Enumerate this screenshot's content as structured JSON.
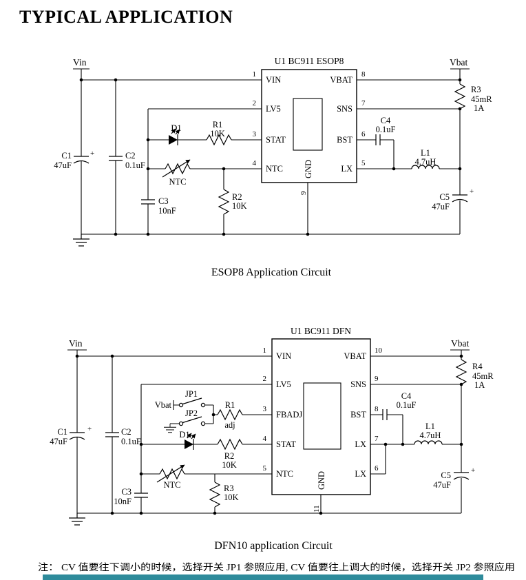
{
  "page": {
    "title": "TYPICAL APPLICATION",
    "note": "注：  CV 值要往下调小的时候，选择开关 JP1 参照应用, CV 值要往上调大的时候，选择开关 JP2 参照应用"
  },
  "colors": {
    "note_red": "#ff0000",
    "footer_teal": "#2e8b9b",
    "line": "#000000"
  },
  "esop8": {
    "ic_ref": "U1  BC911 ESOP8",
    "caption": "ESOP8 Application Circuit",
    "rails": {
      "vin": "Vin",
      "vbat": "Vbat"
    },
    "pins_left": [
      {
        "num": "1",
        "name": "VIN"
      },
      {
        "num": "2",
        "name": "LV5"
      },
      {
        "num": "3",
        "name": "STAT"
      },
      {
        "num": "4",
        "name": "NTC"
      }
    ],
    "pins_right": [
      {
        "num": "8",
        "name": "VBAT"
      },
      {
        "num": "7",
        "name": "SNS"
      },
      {
        "num": "6",
        "name": "BST"
      },
      {
        "num": "5",
        "name": "LX"
      }
    ],
    "pin_gnd": {
      "num": "9",
      "name": "GND"
    },
    "components": {
      "c1": {
        "ref": "C1",
        "value": "47uF",
        "plus": "+"
      },
      "c2": {
        "ref": "C2",
        "value": "0.1uF"
      },
      "c3": {
        "ref": "C3",
        "value": "10nF"
      },
      "c4": {
        "ref": "C4",
        "value": "0.1uF"
      },
      "c5": {
        "ref": "C5",
        "value": "47uF",
        "plus": "+"
      },
      "d1": {
        "ref": "D1"
      },
      "r1": {
        "ref": "R1",
        "value": "10K"
      },
      "r2": {
        "ref": "R2",
        "value": "10K"
      },
      "r3": {
        "ref": "R3",
        "value": "45mR",
        "value2": "1A"
      },
      "l1": {
        "ref": "L1",
        "value": "4.7uH"
      },
      "ntc": {
        "ref": "NTC"
      }
    }
  },
  "dfn": {
    "ic_ref": "U1  BC911 DFN",
    "caption": "DFN10 application Circuit",
    "rails": {
      "vin": "Vin",
      "vbat": "Vbat"
    },
    "pins_left": [
      {
        "num": "1",
        "name": "VIN"
      },
      {
        "num": "2",
        "name": "LV5"
      },
      {
        "num": "3",
        "name": "FBADJ"
      },
      {
        "num": "4",
        "name": "STAT"
      },
      {
        "num": "5",
        "name": "NTC"
      }
    ],
    "pins_right": [
      {
        "num": "10",
        "name": "VBAT"
      },
      {
        "num": "9",
        "name": "SNS"
      },
      {
        "num": "8",
        "name": "BST"
      },
      {
        "num": "7",
        "name": "LX"
      },
      {
        "num": "6",
        "name": "LX"
      }
    ],
    "pin_gnd": {
      "num": "11",
      "name": "GND"
    },
    "components": {
      "c1": {
        "ref": "C1",
        "value": "47uF",
        "plus": "+"
      },
      "c2": {
        "ref": "C2",
        "value": "0.1uF"
      },
      "c3": {
        "ref": "C3",
        "value": "10nF"
      },
      "c4": {
        "ref": "C4",
        "value": "0.1uF"
      },
      "c5": {
        "ref": "C5",
        "value": "47uF",
        "plus": "+"
      },
      "d1": {
        "ref": "D1"
      },
      "jp1": {
        "ref": "JP1"
      },
      "jp2": {
        "ref": "JP2"
      },
      "sw_vbat": {
        "label": "Vbat"
      },
      "r1": {
        "ref": "R1",
        "value": "adj"
      },
      "r2": {
        "ref": "R2",
        "value": "10K"
      },
      "r3": {
        "ref": "R3",
        "value": "10K"
      },
      "r4": {
        "ref": "R4",
        "value": "45mR",
        "value2": "1A"
      },
      "l1": {
        "ref": "L1",
        "value": "4.7uH"
      },
      "ntc": {
        "ref": "NTC"
      }
    }
  }
}
